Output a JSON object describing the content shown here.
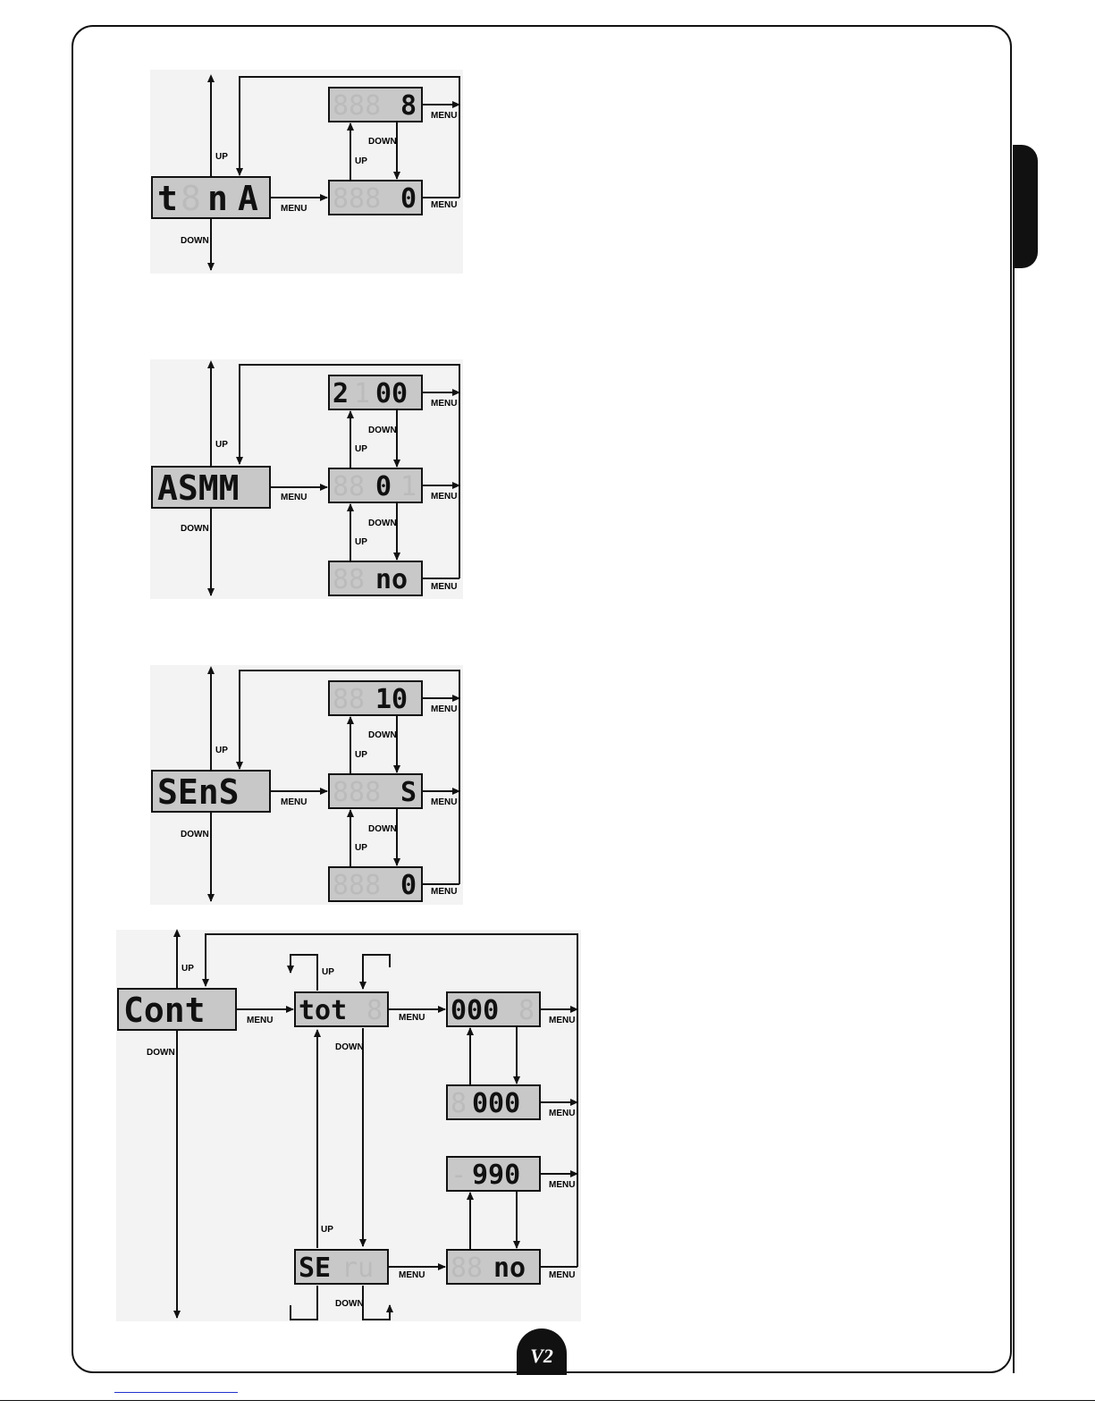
{
  "labels": {
    "up": "UP",
    "down": "DOWN",
    "menu": "MENU"
  },
  "logo": {
    "text": "V2"
  },
  "diagrams": [
    {
      "param": "t.SnA",
      "main_display": [
        "t.",
        "8.",
        "n.",
        "A"
      ],
      "values": [
        {
          "id": "v1",
          "chars": [
            "8.",
            "8.",
            "8.",
            "8"
          ],
          "lit": [
            false,
            false,
            false,
            true
          ]
        },
        {
          "id": "v2",
          "chars": [
            "8.",
            "8.",
            "8.",
            "0"
          ],
          "lit": [
            false,
            false,
            false,
            true
          ]
        }
      ]
    },
    {
      "param": "ASM",
      "main_display": [
        "A",
        "S",
        "M",
        "M"
      ],
      "values": [
        {
          "id": "v1",
          "chars": [
            "2",
            "1",
            "0.",
            "0"
          ],
          "lit": [
            true,
            false,
            true,
            true
          ]
        },
        {
          "id": "v2",
          "chars": [
            "8",
            "8.",
            "0.",
            "1"
          ],
          "lit": [
            false,
            false,
            true,
            false
          ]
        },
        {
          "id": "v3",
          "chars": [
            "8.",
            "8.",
            "n.",
            "o"
          ],
          "lit": [
            false,
            false,
            true,
            true
          ]
        }
      ]
    },
    {
      "param": "SEnS",
      "main_display": [
        "S.",
        "E.",
        "n.",
        "S"
      ],
      "values": [
        {
          "id": "v1",
          "chars": [
            "8.",
            "8.",
            "1.",
            "0"
          ],
          "lit": [
            false,
            false,
            true,
            true
          ]
        },
        {
          "id": "v2",
          "chars": [
            "8.",
            "8.",
            "8.",
            "S"
          ],
          "lit": [
            false,
            false,
            false,
            true
          ]
        },
        {
          "id": "v3",
          "chars": [
            "8.",
            "8.",
            "8.",
            "0"
          ],
          "lit": [
            false,
            false,
            false,
            true
          ]
        }
      ]
    },
    {
      "param": "Cont",
      "main_display": [
        "C.",
        "o.",
        "n.",
        "t"
      ],
      "sub_a": {
        "chars": [
          "t.",
          "o.",
          "t.",
          "8"
        ],
        "lit": [
          true,
          true,
          true,
          false
        ]
      },
      "sub_b": {
        "chars": [
          "S.",
          "E.",
          "r.",
          "u"
        ],
        "lit": [
          true,
          true,
          false,
          false
        ]
      },
      "values_a": [
        {
          "id": "v1",
          "chars": [
            "0.",
            "0.",
            "0.",
            "8"
          ],
          "lit": [
            true,
            true,
            true,
            false
          ]
        },
        {
          "id": "v2",
          "chars": [
            "8.",
            "0.",
            "0.",
            "0"
          ],
          "lit": [
            false,
            true,
            true,
            true
          ]
        }
      ],
      "values_b": [
        {
          "id": "v1",
          "chars": [
            "-.",
            "9.",
            "9.",
            "0"
          ],
          "lit": [
            false,
            true,
            true,
            true
          ]
        },
        {
          "id": "v2",
          "chars": [
            "8.",
            "8.",
            "n.",
            "o"
          ],
          "lit": [
            false,
            false,
            true,
            true
          ]
        }
      ]
    }
  ]
}
